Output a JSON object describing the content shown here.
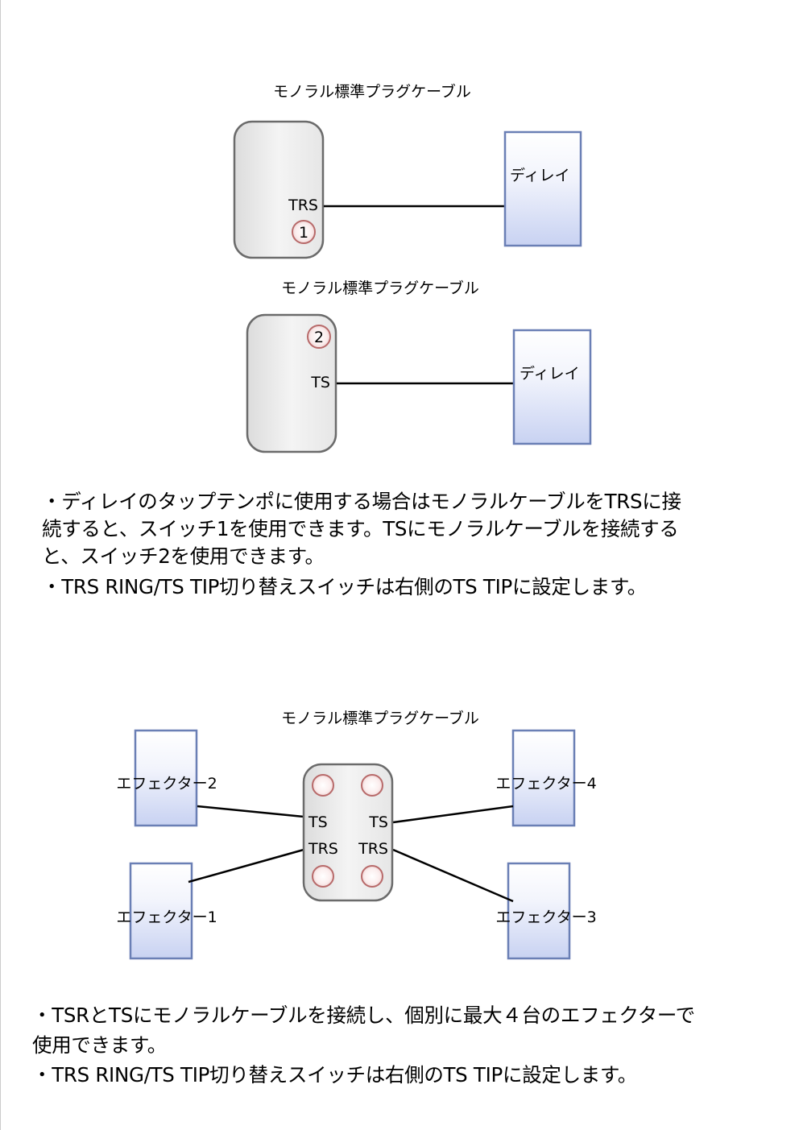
{
  "diagram1": {
    "title": "モノラル標準プラグケーブル",
    "jack_label": "TRS",
    "switch_number": "1",
    "device_label": "ディレイ"
  },
  "diagram2": {
    "title": "モノラル標準プラグケーブル",
    "jack_label": "TS",
    "switch_number": "2",
    "device_label": "ディレイ"
  },
  "notes1": [
    "・ディレイのタップテンポに使用する場合はモノラルケーブルをTRSに接",
    "続すると、スイッチ1を使用できます。TSにモノラルケーブルを接続する",
    "と、スイッチ2を使用できます。",
    "・TRS RING/TS TIP切り替えスイッチは右側のTS TIPに設定します。"
  ],
  "diagram3": {
    "title": "モノラル標準プラグケーブル",
    "left_ts": "TS",
    "right_ts": "TS",
    "left_trs": "TRS",
    "right_trs": "TRS",
    "effector1": "エフェクター1",
    "effector2": "エフェクター2",
    "effector3": "エフェクター3",
    "effector4": "エフェクター4"
  },
  "notes2": [
    "・TSRとTSにモノラルケーブルを接続し、個別に最大４台のエフェクターで",
    "使用できます。",
    "・TRS RING/TS TIP切り替えスイッチは右側のTS TIPに設定します。"
  ],
  "colors": {
    "device_stroke": "#6b6b6b",
    "box_stroke": "#6a7fb5",
    "box_fill_bottom": "#c8d2f2",
    "switch_stroke": "#b86a6a"
  }
}
